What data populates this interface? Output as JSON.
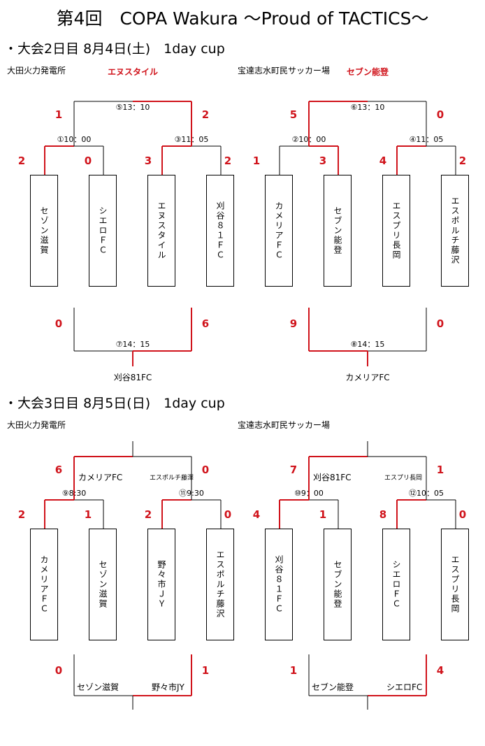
{
  "title": "第4回　COPA Wakura ～Proud of TACTICS～",
  "colors": {
    "win": "#d0131b",
    "line": "#000000"
  },
  "days": [
    {
      "heading": "・大会2日目 8月4日(土)　1day cup",
      "left": {
        "venue": "大田火力発電所",
        "host": "エヌスタイル",
        "teams": [
          "セゾン滋賀",
          "シエロＦＣ",
          "エヌスタイル",
          "刈谷８１ＦＣ"
        ],
        "r1": [
          {
            "time": "①10：00",
            "s1": "2",
            "s2": "0"
          },
          {
            "time": "③11：05",
            "s1": "3",
            "s2": "2"
          }
        ],
        "semi": {
          "time": "⑤13：10",
          "s1": "1",
          "s2": "2"
        },
        "cons": {
          "time": "⑦14：15",
          "s1": "0",
          "s2": "6",
          "winner": "刈谷81FC"
        }
      },
      "right": {
        "venue": "宝達志水町民サッカー場",
        "host": "セブン能登",
        "teams": [
          "カメリアＦＣ",
          "セブン能登",
          "エスプリ長岡",
          "エスポルチ藤沢"
        ],
        "r1": [
          {
            "time": "②10：00",
            "s1": "1",
            "s2": "3"
          },
          {
            "time": "④11：05",
            "s1": "4",
            "s2": "2"
          }
        ],
        "semi": {
          "time": "⑥13：10",
          "s1": "5",
          "s2": "0"
        },
        "cons": {
          "time": "⑧14：15",
          "s1": "9",
          "s2": "0",
          "winner": "カメリアFC"
        }
      }
    },
    {
      "heading": "・大会3日目 8月5日(日)　1day cup",
      "left": {
        "venue": "大田火力発電所",
        "teams": [
          "カメリアＦＣ",
          "セゾン滋賀",
          "野々市ＪＹ",
          "エスポルチ藤沢"
        ],
        "r1": [
          {
            "time": "⑨8:30",
            "s1": "2",
            "s2": "1"
          },
          {
            "time": "⑪9:30",
            "s1": "2",
            "s2": "0"
          }
        ],
        "semi": {
          "team1": "カメリアFC",
          "team2": "エスポルチ藤澤",
          "s1": "6",
          "s2": "0"
        },
        "cons": {
          "team1": "セゾン滋賀",
          "team2": "野々市JY",
          "s1": "0",
          "s2": "1"
        }
      },
      "right": {
        "venue": "宝達志水町民サッカー場",
        "teams": [
          "刈谷８１ＦＣ",
          "セブン能登",
          "シエロＦＣ",
          "エスプリ長岡"
        ],
        "r1": [
          {
            "time": "⑩9：00",
            "s1": "4",
            "s2": "1"
          },
          {
            "time": "⑫10：05",
            "s1": "8",
            "s2": "0"
          }
        ],
        "semi": {
          "team1": "刈谷81FC",
          "team2": "エスプリ長岡",
          "s1": "7",
          "s2": "1"
        },
        "cons": {
          "team1": "セブン能登",
          "team2": "シエロFC",
          "s1": "1",
          "s2": "4"
        }
      }
    }
  ]
}
